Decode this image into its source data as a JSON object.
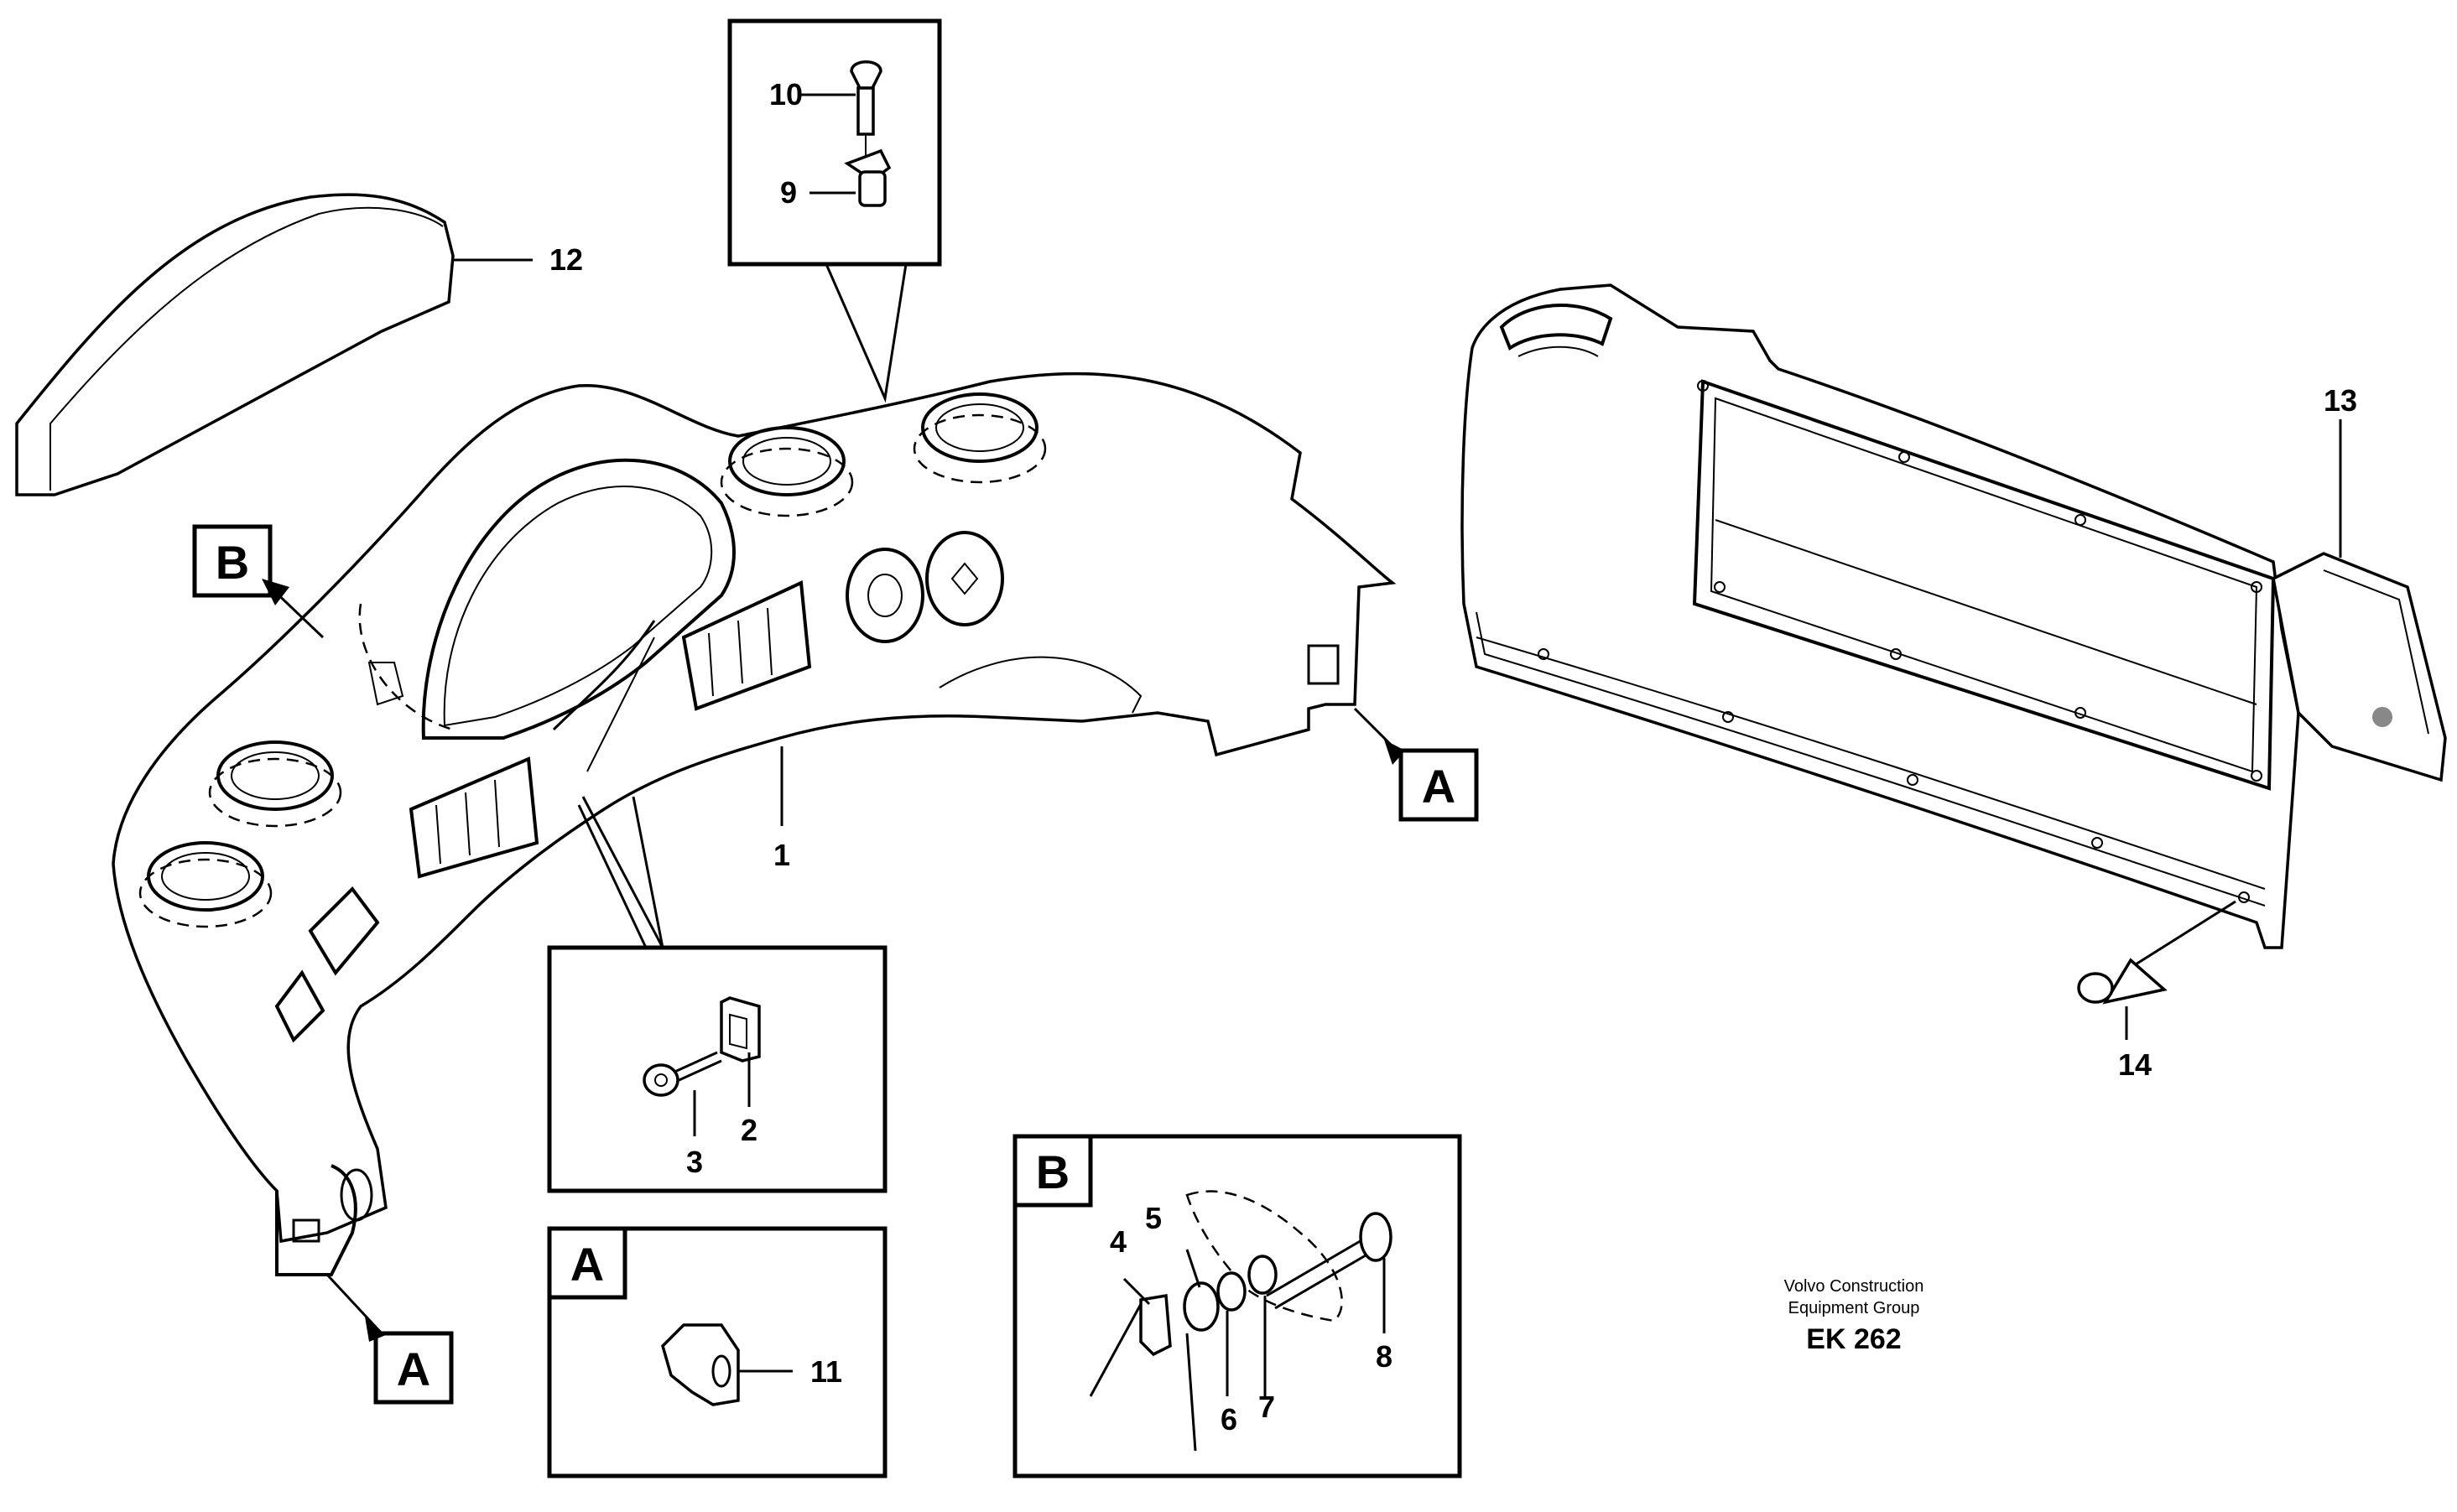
{
  "callouts": {
    "c1": "1",
    "c2": "2",
    "c3": "3",
    "c4": "4",
    "c5": "5",
    "c6": "6",
    "c7": "7",
    "c8": "8",
    "c9": "9",
    "c10": "10",
    "c11": "11",
    "c12": "12",
    "c13": "13",
    "c14": "14"
  },
  "tags": {
    "a": "A",
    "b": "B"
  },
  "footer": {
    "line1": "Volvo Construction",
    "line2": "Equipment Group",
    "code": "EK 262"
  }
}
